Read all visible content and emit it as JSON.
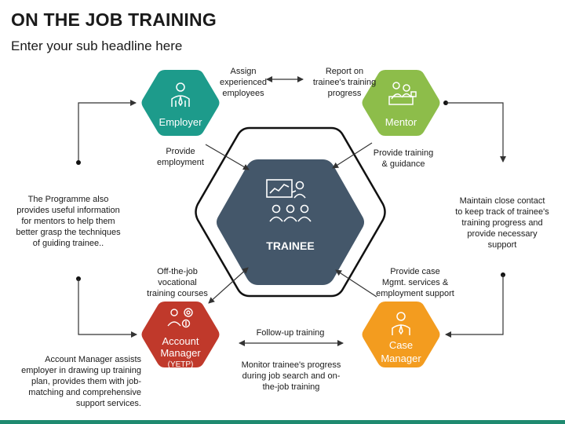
{
  "title": "ON THE JOB TRAINING",
  "subtitle": "Enter your sub headline here",
  "colors": {
    "employer": "#1d9b8b",
    "mentor": "#8dbd4a",
    "trainee": "#44576a",
    "account_manager": "#c0392b",
    "case_manager": "#f39c1f"
  },
  "nodes": {
    "employer": {
      "label": "Employer",
      "icon": "employee-icon"
    },
    "mentor": {
      "label": "Mentor",
      "icon": "mentor-desk-icon"
    },
    "trainee": {
      "label": "TRAINEE",
      "icon": "presentation-audience-icon"
    },
    "account_manager": {
      "label_line1": "Account",
      "label_line2": "Manager",
      "label_line3": "(YETP)",
      "icon": "manager-gears-icon"
    },
    "case_manager": {
      "label_line1": "Case",
      "label_line2": "Manager",
      "icon": "manager-icon"
    }
  },
  "labels": {
    "assign": [
      "Assign",
      "experienced",
      "employees"
    ],
    "report": [
      "Report on",
      "trainee's training",
      "progress"
    ],
    "provide_employment": [
      "Provide",
      "employment"
    ],
    "provide_training": [
      "Provide training",
      "& guidance"
    ],
    "programme": [
      "The Programme also",
      "provides useful information",
      "for mentors to help them",
      "better grasp the techniques",
      "of guiding trainee.."
    ],
    "maintain": [
      "Maintain close contact",
      "to keep track of trainee's",
      "training progress and",
      "provide necessary",
      "support"
    ],
    "off_the_job": [
      "Off-the-job",
      "vocational",
      "training courses"
    ],
    "case_services": [
      "Provide case",
      "Mgmt. services &",
      "employment support"
    ],
    "follow_up": [
      "Follow-up training"
    ],
    "monitor": [
      "Monitor trainee's progress",
      "during job search and on-",
      "the-job training"
    ],
    "account_assists": [
      "Account Manager assists",
      "employer in drawing up training",
      "plan, provides them with job-",
      "matching and comprehensive",
      "support services."
    ]
  }
}
